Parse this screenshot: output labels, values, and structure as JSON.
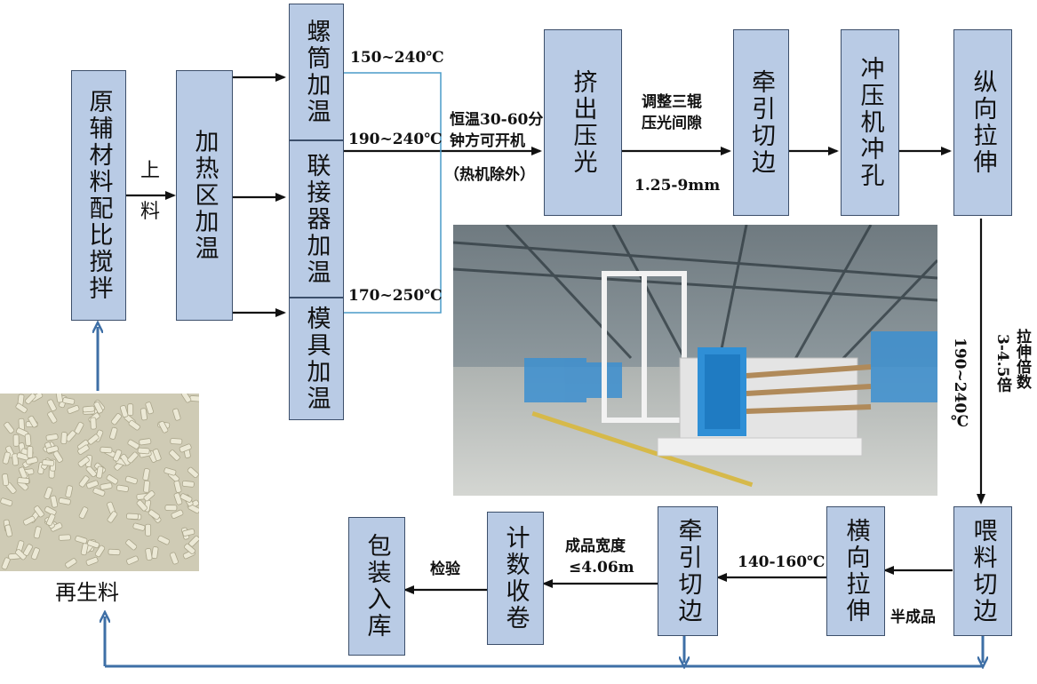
{
  "boxes": {
    "raw_mix": "原辅材料配比搅拌",
    "heating_zone": "加热区加温",
    "barrel_heat": "螺筒加温",
    "connector_heat": "联接器加温",
    "mold_heat": "模具加温",
    "extrude_press": "挤出压光",
    "traction_trim1": "牵引切边",
    "punch": "冲压机冲孔",
    "longitudinal_stretch": "纵向拉伸",
    "feed_trim": "喂料切边",
    "transverse_stretch": "横向拉伸",
    "traction_trim2": "牵引切边",
    "count_wind": "计数收卷",
    "pack_store": "包装入库"
  },
  "labels": {
    "feed_up": "上",
    "feed_material": "料",
    "temp_barrel": "150~240℃",
    "temp_connector": "190~240℃",
    "temp_mold": "170~250℃",
    "const_temp_line1": "恒温30-60分",
    "const_temp_line2": "钟方可开机",
    "hot_exclude": "（热机除外）",
    "adjust_line1": "调整三辊",
    "adjust_line2": "压光间隙",
    "gap_range": "1.25-9mm",
    "stretch_ratio_line1": "拉伸倍数",
    "stretch_ratio_line2": "3-4.5倍",
    "temp_long": "190~240℃",
    "semi_product": "半成品",
    "temp_trans": "140-160℃",
    "width_line1": "成品宽度",
    "width_line2": "≤4.06m",
    "inspect": "检验",
    "recycled": "再生料"
  },
  "colors": {
    "box_fill": "#b9cbe5",
    "box_border": "#3c4f6b",
    "arrow": "#111111",
    "recycle_arrow": "#3e6fa6",
    "bracket": "#4a9bc9"
  },
  "images": {
    "factory_photo": "factory-hall-photo",
    "pellets_photo": "recycled-pellets-photo"
  }
}
